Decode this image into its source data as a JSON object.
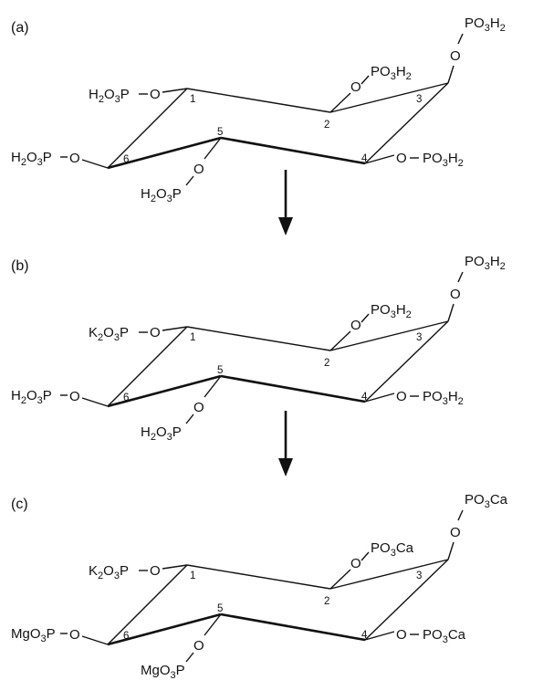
{
  "panels": [
    {
      "label": "(a)",
      "substituents": {
        "c1": {
          "pre": "H",
          "pre_sub": "2",
          "mid": "O",
          "mid_sub": "3",
          "post": "P",
          "post_sub": "",
          "link": "-O"
        },
        "c2": {
          "pre": "PO",
          "pre_sub": "3",
          "mid": "H",
          "mid_sub": "2",
          "post": "",
          "post_sub": ""
        },
        "c3": {
          "pre": "PO",
          "pre_sub": "3",
          "mid": "H",
          "mid_sub": "2",
          "post": "",
          "post_sub": ""
        },
        "c4": {
          "pre": "PO",
          "pre_sub": "3",
          "mid": "H",
          "mid_sub": "2",
          "post": "",
          "post_sub": "",
          "link": "O-"
        },
        "c5": {
          "pre": "H",
          "pre_sub": "2",
          "mid": "O",
          "mid_sub": "3",
          "post": "P",
          "post_sub": ""
        },
        "c6": {
          "pre": "H",
          "pre_sub": "2",
          "mid": "O",
          "mid_sub": "3",
          "post": "P",
          "post_sub": "",
          "link": "-O"
        }
      }
    },
    {
      "label": "(b)",
      "substituents": {
        "c1": {
          "pre": "K",
          "pre_sub": "2",
          "mid": "O",
          "mid_sub": "3",
          "post": "P",
          "post_sub": "",
          "link": "-O"
        },
        "c2": {
          "pre": "PO",
          "pre_sub": "3",
          "mid": "H",
          "mid_sub": "2",
          "post": "",
          "post_sub": ""
        },
        "c3": {
          "pre": "PO",
          "pre_sub": "3",
          "mid": "H",
          "mid_sub": "2",
          "post": "",
          "post_sub": ""
        },
        "c4": {
          "pre": "PO",
          "pre_sub": "3",
          "mid": "H",
          "mid_sub": "2",
          "post": "",
          "post_sub": "",
          "link": "O-"
        },
        "c5": {
          "pre": "H",
          "pre_sub": "2",
          "mid": "O",
          "mid_sub": "3",
          "post": "P",
          "post_sub": ""
        },
        "c6": {
          "pre": "H",
          "pre_sub": "2",
          "mid": "O",
          "mid_sub": "3",
          "post": "P",
          "post_sub": "",
          "link": "-O"
        }
      }
    },
    {
      "label": "(c)",
      "substituents": {
        "c1": {
          "pre": "K",
          "pre_sub": "2",
          "mid": "O",
          "mid_sub": "3",
          "post": "P",
          "post_sub": "",
          "link": "-O"
        },
        "c2": {
          "pre": "PO",
          "pre_sub": "3",
          "mid": "Ca",
          "mid_sub": "",
          "post": "",
          "post_sub": ""
        },
        "c3": {
          "pre": "PO",
          "pre_sub": "3",
          "mid": "Ca",
          "mid_sub": "",
          "post": "",
          "post_sub": ""
        },
        "c4": {
          "pre": "PO",
          "pre_sub": "3",
          "mid": "Ca",
          "mid_sub": "",
          "post": "",
          "post_sub": "",
          "link": "O-"
        },
        "c5": {
          "pre": "MgO",
          "pre_sub": "3",
          "mid": "P",
          "mid_sub": "",
          "post": "",
          "post_sub": ""
        },
        "c6": {
          "pre": "MgO",
          "pre_sub": "3",
          "mid": "P",
          "mid_sub": "",
          "post": "",
          "post_sub": "",
          "link": "-O"
        }
      }
    }
  ],
  "ring_numbers": [
    "1",
    "2",
    "3",
    "4",
    "5",
    "6"
  ],
  "oxygen": "O",
  "colors": {
    "ink": "#111111",
    "background": "#ffffff"
  },
  "arrows": [
    {
      "direction": "down"
    },
    {
      "direction": "down"
    }
  ]
}
